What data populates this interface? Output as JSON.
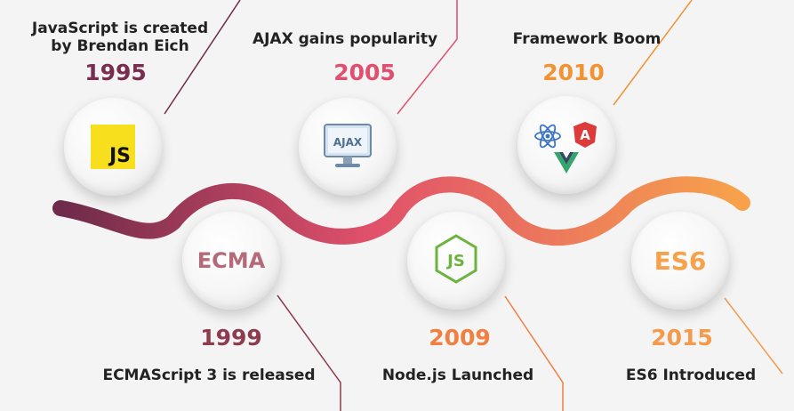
{
  "events": [
    {
      "id": "e1995",
      "year": "1995",
      "text_lines": [
        "JavaScript is created",
        "by Brendan Eich"
      ],
      "icon": "javascript-logo-icon",
      "icon_text": "JS",
      "color": "#7b2d4f"
    },
    {
      "id": "e1999",
      "year": "1999",
      "text_lines": [
        "ECMAScript 3 is released"
      ],
      "icon": "ecma-text-icon",
      "icon_text": "ECMA",
      "color": "#8e3b4d"
    },
    {
      "id": "e2005",
      "year": "2005",
      "text_lines": [
        "AJAX gains popularity"
      ],
      "icon": "monitor-ajax-icon",
      "icon_text": "AJAX",
      "color": "#e04f6e"
    },
    {
      "id": "e2009",
      "year": "2009",
      "text_lines": [
        "Node.js Launched"
      ],
      "icon": "nodejs-logo-icon",
      "icon_text": "JS",
      "color": "#f07f40"
    },
    {
      "id": "e2010",
      "year": "2010",
      "text_lines": [
        "Framework Boom"
      ],
      "icon": "frameworks-icon",
      "icon_text": "A",
      "color": "#f19233"
    },
    {
      "id": "e2015",
      "year": "2015",
      "text_lines": [
        "ES6 Introduced"
      ],
      "icon": "es6-text-icon",
      "icon_text": "ES6",
      "color": "#f59a4a"
    }
  ],
  "colors": {
    "background": "#f4f4f4",
    "wave_start": "#6e2b4a",
    "wave_mid": "#e0506b",
    "wave_end": "#f7a24b",
    "react": "#3b73c7",
    "angular": "#dd3a3a",
    "vue": "#33a56f",
    "node": "#6cb33f"
  }
}
